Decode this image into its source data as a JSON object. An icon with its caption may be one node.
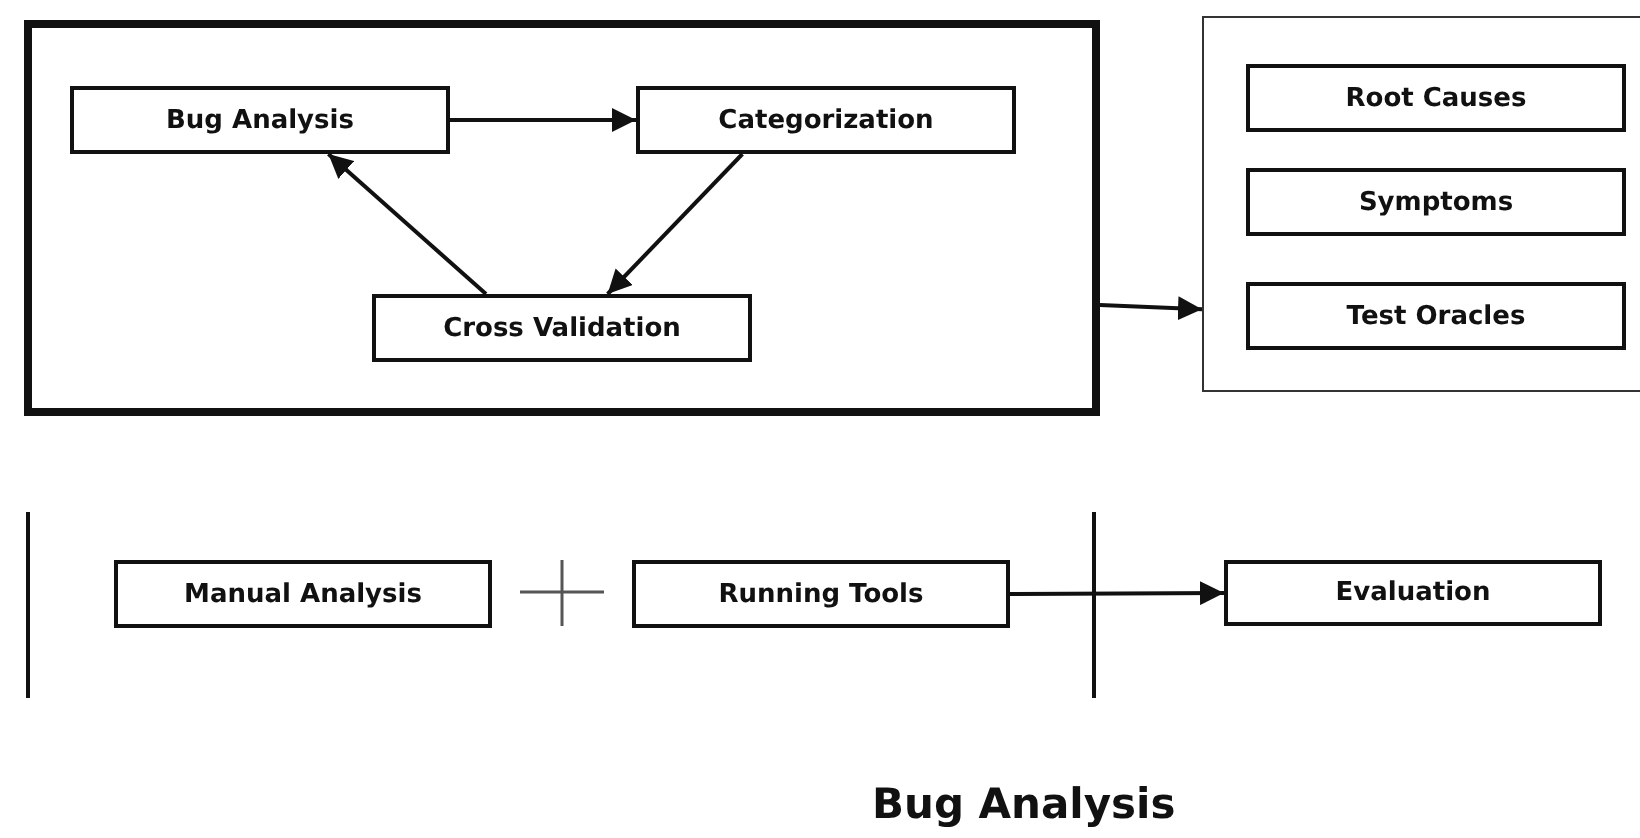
{
  "diagram": {
    "caption": "Bug Analysis",
    "nodes": [
      {
        "text": [],
        "shape": "box"
      },
      {
        "text": [
          "Bug Analysis"
        ],
        "in": 0
      },
      {
        "text": [
          "Categorization"
        ],
        "in": 0
      },
      {
        "text": [
          "Cross Validation"
        ],
        "in": 0
      },
      {
        "text": [],
        "shape": "box"
      },
      {
        "text": [
          "Root Causes"
        ],
        "in": 4
      },
      {
        "text": [
          "Symptoms"
        ],
        "in": 4
      },
      {
        "text": [
          "Test Oracles"
        ],
        "in": 4
      },
      {
        "text": [
          "Manual Analysis"
        ]
      },
      {
        "text": [
          "Running Tools"
        ]
      },
      {
        "text": [
          "Evaluation"
        ]
      }
    ],
    "edges": [
      {
        "from": 1,
        "to": 2,
        "arrow": "to"
      },
      {
        "from": 2,
        "to": 3,
        "arrow": "to"
      },
      {
        "from": 3,
        "to": 1,
        "arrow": "to"
      },
      {
        "from": 0,
        "to": 4,
        "arrow": "to"
      },
      {
        "from": 9,
        "to": 10,
        "arrow": "to"
      }
    ]
  }
}
